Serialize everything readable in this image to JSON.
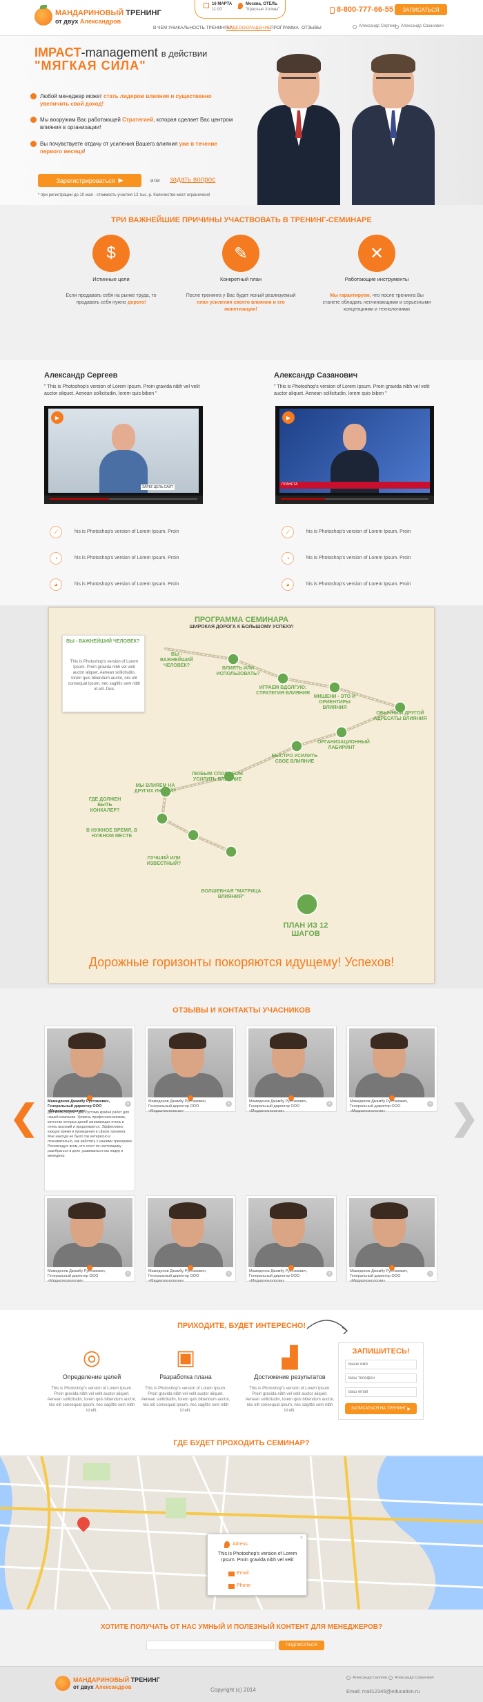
{
  "header": {
    "logo_line1_part1": "МАНДАРИНОВЫЙ",
    "logo_line1_part2": "ТРЕНИНГ",
    "logo_line2_part1": "от двух",
    "logo_line2_part2": "Александров",
    "date_label": "16 МАРТА",
    "date_sub": "11:00",
    "place_label": "Москва, ОТЕЛЬ",
    "place_sub": "\"Красные Холмы\"",
    "phone": "8-800-777-66-55",
    "signup_button": "ЗАПИСАТЬСЯ",
    "nav": [
      "В ЧЕМ УНИКАЛЬНОСТЬ ТРЕНИНГА?",
      "ВИДЕООБРАЩЕНИЕ",
      "ПРОГРАММА",
      "ОТЗЫВЫ"
    ],
    "speaker1": "Александр Сергеев",
    "speaker2": "Александр Сазанович"
  },
  "hero": {
    "title_bold": "IMPACT",
    "title_rest": "-management",
    "title_small": "в действии",
    "title2": "\"МЯГКАЯ СИЛА\"",
    "items": [
      {
        "text": "Любой менеджер может ",
        "accent": "стать лидером влияния",
        "text2": " и существенно увеличить свой доход!"
      },
      {
        "text": "Мы вооружим Вас работающей ",
        "accent": "Стратегией",
        "text2": ", которая сделает Вас центром влияния в организации!"
      },
      {
        "text": "Вы почувствуете отдачу от усиления Вашего влияния ",
        "accent": "уже в течение первого месяца",
        "text2": "!"
      }
    ],
    "register_button": "Зарегистрироваться",
    "or": "или",
    "ask": "задать вопрос",
    "note": "* при регистрации до 10 мая - стоимость участия 12 тыс. р.      Количество мест ограничено!"
  },
  "reasons": {
    "title": "ТРИ ВАЖНЕЙШИЕ ПРИЧИНЫ УЧАСТВОВАТЬ В ТРЕНИНГ-СЕМИНАРЕ",
    "items": [
      {
        "label": "Истинные цели",
        "text": "Если продавать себя на рынке труда, то продавать себя нужно ",
        "accent": "дорого!"
      },
      {
        "label": "Конкретный план",
        "text": "После тренинга у Вас будет ясный реализуемый ",
        "accent": "план усиления",
        "text2": " своего влияния и его монетизации!"
      },
      {
        "label": "Работающие инструменты",
        "text": "",
        "accent": "Мы гарантируем",
        "text2": ", что после тренинга Вы станете обладать несчинающими и серьезными концепциями и технологиями"
      }
    ]
  },
  "videos": [
    {
      "name": "Александр Сергеев",
      "quote": "\" This is Photoshop's version  of Lorem Ipsum. Proin gravida nibh vel velit auctor aliquet. Aenean sollicitudin, lorem quis biben \"",
      "caption": "ЗАРЕГ.ЦЕЛЬ.САЙТ"
    },
    {
      "name": "Александр Сазанович",
      "quote": "\" This is Photoshop's version  of Lorem Ipsum. Proin gravida nibh vel velit auctor aliquet. Aenean sollicitudin, lorem quis biben \"",
      "caption": "ПЛАНЕТА"
    }
  ],
  "video_stats_text": "his is Photoshop's version  of Lorem Ipsum. Proin",
  "program": {
    "title": "ПРОГРАММА СЕМИНАРА",
    "subtitle": "ШИРОКАЯ ДОРОГА К БОЛЬШОМУ УСПЕХУ!",
    "note_title": "ВЫ - ВАЖНЕЙШИЙ ЧЕЛОВЕК?",
    "note_body": "This is Photoshop's version of Lorem Ipsum. Proin gravida nibh vel velit auctor aliquet. Aenean sollicitudin, lorem quis bibendum auctor, nisi elit consequat ipsum, nec sagittis sem nibh id elit. Duis",
    "steps": [
      "ВЫ - ВАЖНЕЙШИЙ ЧЕЛОВЕК?",
      "ВЛИЯТЬ ИЛИ ИСПОЛЬЗОВАТЬ?",
      "ИГРАЕМ ВДОЛГУЮ: СТРАТЕГИЯ ВЛИЯНИЯ",
      "МИШЕНИ - ЭТО И ОРИЕНТИРЫ ВЛИЯНИЯ",
      "ОБЫЧНЫЙ ДРУГОЙ АДРЕСАТЫ ВЛИЯНИЯ",
      "ОРГАНИЗАЦИОННЫЙ ЛАБИРИНТ",
      "БЫСТРО УСИЛИТЬ СВОЕ ВЛИЯНИЕ",
      "ЛЮБЫМ СПОСОБОМ УСИЛИТЬ ВЛИЯНИЕ",
      "МЫ ВЛИЯЕМ НА ДРУГИХ ЛЮДЕЙ?",
      "ГДЕ ДОЛЖЕН БЫТЬ КОНКАЛЕР?",
      "В НУЖНОЕ ВРЕМЯ, В НУЖНОМ МЕСТЕ",
      "ЛУЧШИЙ ИЛИ ИЗВЕСТНЫЙ?",
      "ВОЛШЕБНАЯ \"МАТРИЦА ВЛИЯНИЯ\""
    ],
    "final": "ПЛАН ИЗ 12 ШАГОВ",
    "slogan": "Дорожные горизонты покоряются идущему! Успехов!"
  },
  "reviews": {
    "title": "ОТЗЫВЫ И КОНТАКТЫ УЧАСНИКОВ",
    "name": "Мамедянов Джамбу Рустэмович,",
    "position": "Генеральный директор ООО «Медиатехнологии»",
    "expanded_text": "Дмт Алексанров - два Рустэма крайне работ для нашей компании. Уровень профессионализма, качество которых далей занимающих очень и очень высокий и продолжается. Эффективно каждое время и проведения и сфере тренинга. Мне никогда не было так интересно и познавательно, как работать с нашими тренерами. Рекомендую всем, кто хочет по-настоящему разобраться в деле, развиваться как лидер и менеджер."
  },
  "come": {
    "title": "ПРИХОДИТЕ, БУДЕТ ИНТЕРЕСНО!",
    "items": [
      {
        "title": "Определение целей",
        "icon": "target-icon"
      },
      {
        "title": "Разработка плана",
        "icon": "plan-icon"
      },
      {
        "title": "Достижение результатов",
        "icon": "chart-icon"
      }
    ],
    "text": "This is Photoshop's version of Lorem Ipsum. Proin gravida nibh vel velit auctor aliquet. Aenean sollicitudin, lorem quis bibendum auctor, nisi elit consequat ipsum, nec sagittis sem nibh id elit.",
    "form_title": "ЗАПИШИТЕСЬ!",
    "name_placeholder": "Ваше имя",
    "phone_placeholder": "Ваш телефон",
    "email_placeholder": "Ваш email",
    "form_button": "записаться на тренинг"
  },
  "map": {
    "title": "ГДЕ БУДЕТ ПРОХОДИТЬ СЕМИНАР?",
    "address_label": "Adress",
    "address_text": "This is Photoshop's version of Lorem Ipsum. Proin gravida nibh vel velit",
    "email_label": "Email",
    "phone_label": "Phone"
  },
  "subscribe": {
    "title": "ХОТИТЕ ПОЛУЧАТЬ ОТ НАС УМНЫЙ И ПОЛЕЗНЫЙ КОНТЕНТ ДЛЯ МЕНЕДЖЕРОВ?",
    "button": "подписаться"
  },
  "footer": {
    "copyright": "Copyright (c) 2014",
    "speaker1": "Александр Сергеев",
    "speaker2": "Александр Сазанович",
    "email": "Email: mail12345@education.ru"
  }
}
